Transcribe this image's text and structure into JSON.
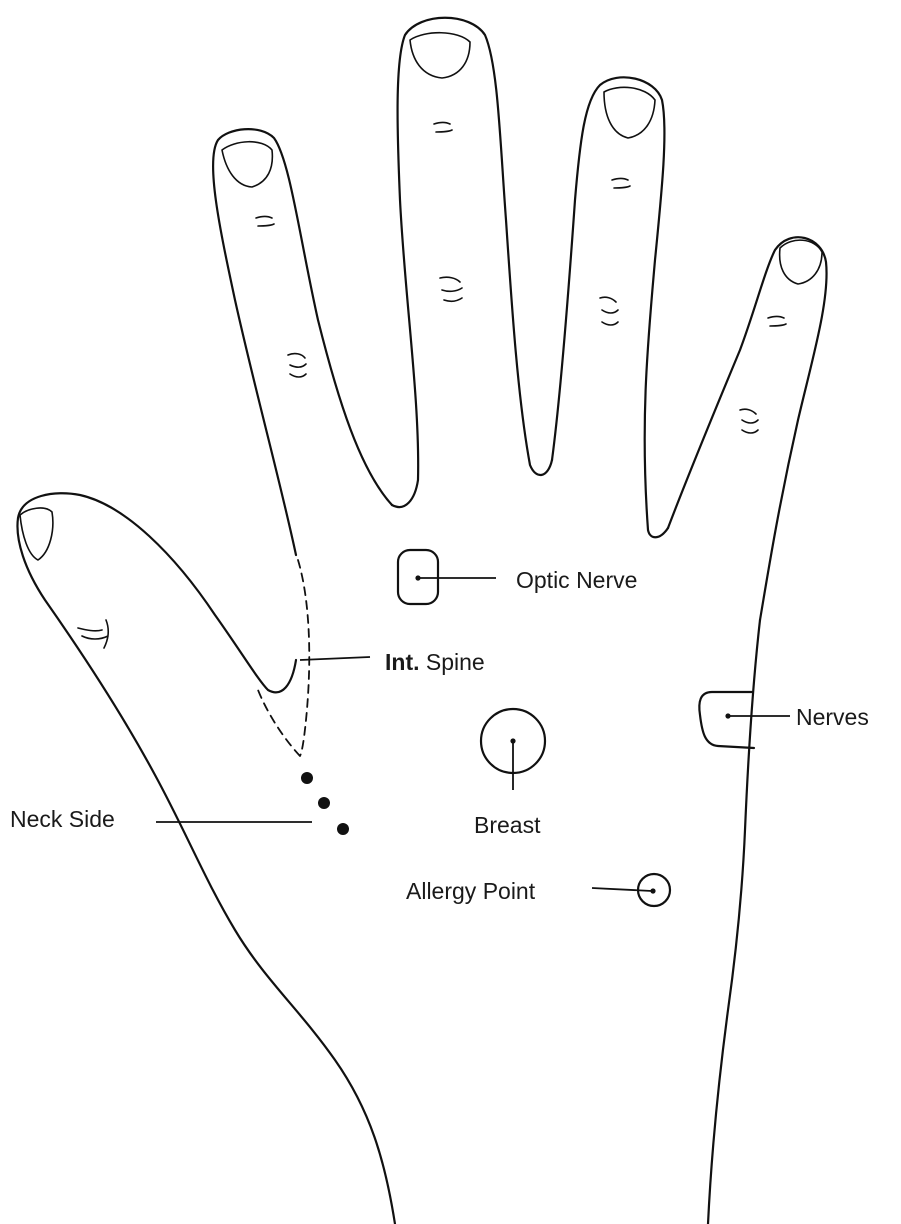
{
  "labels": {
    "optic_nerve": "Optic Nerve",
    "int_spine_prefix": "Int.",
    "int_spine_name": "Spine",
    "nerves": "Nerves",
    "neck_side": "Neck Side",
    "breast": "Breast",
    "allergy_point": "Allergy Point"
  },
  "colors": {
    "ink": "#111111",
    "background": "#ffffff"
  }
}
